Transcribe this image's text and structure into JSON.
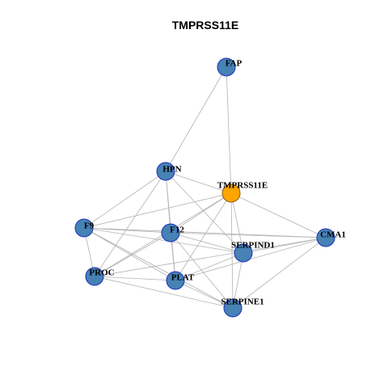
{
  "graph": {
    "title": "TMPRSS11E",
    "colors": {
      "node_fill": "#4682b4",
      "center_fill": "#ffa500",
      "edge": "#b3b3b3"
    },
    "nodes": [
      {
        "id": "FAP",
        "label": "FAP",
        "center": false
      },
      {
        "id": "HPN",
        "label": "HPN",
        "center": false
      },
      {
        "id": "TMPRSS11E",
        "label": "TMPRSS11E",
        "center": true
      },
      {
        "id": "F9",
        "label": "F9",
        "center": false
      },
      {
        "id": "F12",
        "label": "F12",
        "center": false
      },
      {
        "id": "CMA1",
        "label": "CMA1",
        "center": false
      },
      {
        "id": "SERPIND1",
        "label": "SERPIND1",
        "center": false
      },
      {
        "id": "PROC",
        "label": "PROC",
        "center": false
      },
      {
        "id": "PLAT",
        "label": "PLAT",
        "center": false
      },
      {
        "id": "SERPINE1",
        "label": "SERPINE1",
        "center": false
      }
    ],
    "edges": [
      [
        "FAP",
        "HPN"
      ],
      [
        "FAP",
        "TMPRSS11E"
      ],
      [
        "HPN",
        "TMPRSS11E"
      ],
      [
        "HPN",
        "F9"
      ],
      [
        "HPN",
        "F12"
      ],
      [
        "HPN",
        "SERPIND1"
      ],
      [
        "HPN",
        "PROC"
      ],
      [
        "HPN",
        "PLAT"
      ],
      [
        "TMPRSS11E",
        "F9"
      ],
      [
        "TMPRSS11E",
        "F12"
      ],
      [
        "TMPRSS11E",
        "CMA1"
      ],
      [
        "TMPRSS11E",
        "SERPIND1"
      ],
      [
        "TMPRSS11E",
        "PROC"
      ],
      [
        "TMPRSS11E",
        "PLAT"
      ],
      [
        "TMPRSS11E",
        "SERPINE1"
      ],
      [
        "F9",
        "F12"
      ],
      [
        "F9",
        "CMA1"
      ],
      [
        "F9",
        "SERPIND1"
      ],
      [
        "F9",
        "PROC"
      ],
      [
        "F9",
        "PLAT"
      ],
      [
        "F9",
        "SERPINE1"
      ],
      [
        "F12",
        "CMA1"
      ],
      [
        "F12",
        "SERPIND1"
      ],
      [
        "F12",
        "PROC"
      ],
      [
        "F12",
        "PLAT"
      ],
      [
        "F12",
        "SERPINE1"
      ],
      [
        "CMA1",
        "SERPIND1"
      ],
      [
        "CMA1",
        "PROC"
      ],
      [
        "CMA1",
        "PLAT"
      ],
      [
        "CMA1",
        "SERPINE1"
      ],
      [
        "SERPIND1",
        "PLAT"
      ],
      [
        "SERPIND1",
        "SERPINE1"
      ],
      [
        "PROC",
        "PLAT"
      ],
      [
        "PROC",
        "SERPINE1"
      ],
      [
        "PLAT",
        "SERPINE1"
      ]
    ]
  }
}
